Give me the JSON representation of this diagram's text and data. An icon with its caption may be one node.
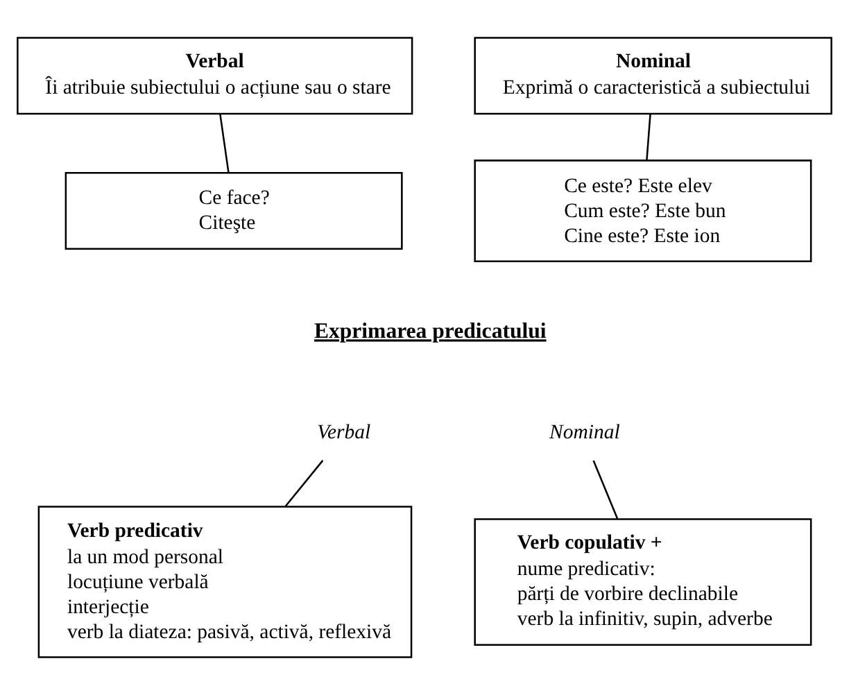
{
  "diagram": {
    "nodes": [
      {
        "text": [
          "Verbal",
          "Îi atribuie subiectului o acțiune sau o stare"
        ]
      },
      {
        "text": [
          "Nominal",
          "Exprimă o caracteristică a subiectului"
        ]
      },
      {
        "text": [
          "Ce face?",
          "Citeşte"
        ]
      },
      {
        "text": [
          "Ce este? Este elev",
          "Cum este? Este bun",
          "Cine este? Este ion"
        ]
      },
      {
        "text": [
          "Verbal"
        ]
      },
      {
        "text": [
          "Nominal"
        ]
      },
      {
        "text": [
          "Verb predicativ",
          "la un mod personal",
          "locuțiune verbală",
          "interjecție",
          "verb la diateza: pasivă, activă, reflexivă"
        ]
      },
      {
        "text": [
          "Verb copulativ +",
          "nume predicativ:",
          "părți de vorbire declinabile",
          "verb la infinitiv, supin, adverbe"
        ]
      }
    ],
    "edges": [
      {
        "from": 0,
        "to": 2,
        "arrow": "none"
      },
      {
        "from": 1,
        "to": 3,
        "arrow": "none"
      },
      {
        "from": 4,
        "to": 6,
        "arrow": "none"
      },
      {
        "from": 5,
        "to": 7,
        "arrow": "none"
      }
    ],
    "labels": [
      "Exprimarea predicatului"
    ]
  }
}
